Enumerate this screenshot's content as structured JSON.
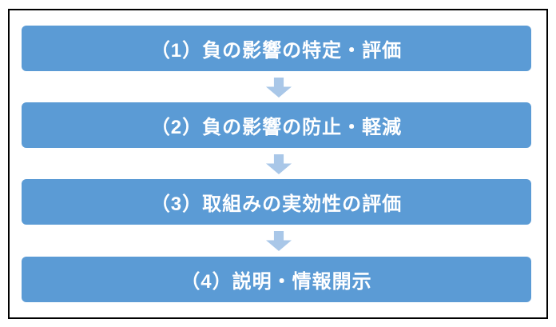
{
  "diagram": {
    "colors": {
      "frame_border": "#000000",
      "box_fill": "#5B9BD5",
      "arrow_fill": "#A9C7E8",
      "text": "#FFFFFF"
    },
    "icons": {
      "down_arrow": "down-block-arrow"
    },
    "steps": [
      {
        "label": "（1）負の影響の特定・評価"
      },
      {
        "label": "（2）負の影響の防止・軽減"
      },
      {
        "label": "（3）取組みの実効性の評価"
      },
      {
        "label": "（4）説明・情報開示"
      }
    ]
  }
}
